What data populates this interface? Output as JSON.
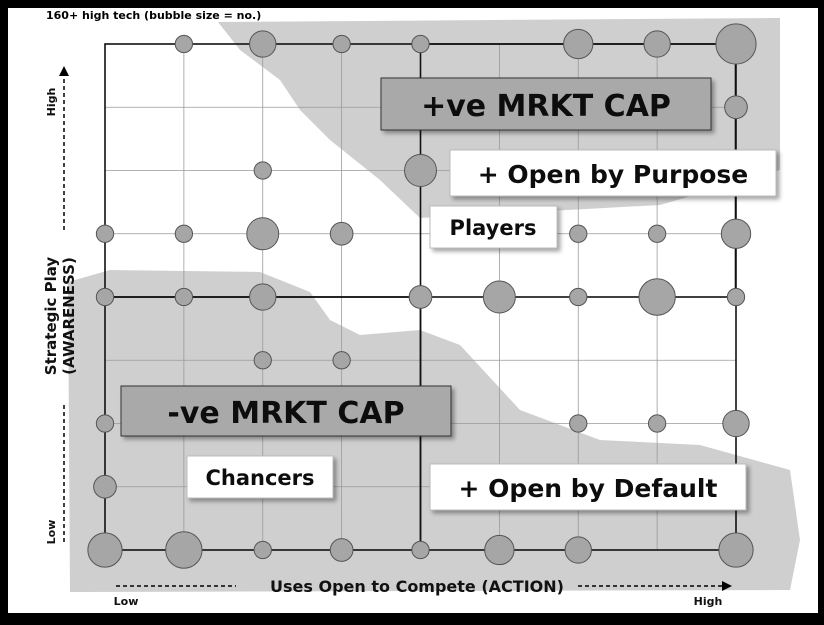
{
  "chart_data": {
    "type": "scatter",
    "title": "160+ high tech (bubble size = no.)",
    "xlabel": "Uses Open to Compete (ACTION)",
    "ylabel_lines": [
      "Strategic Play",
      "(AWARENESS)"
    ],
    "x_low": "Low",
    "x_high": "High",
    "y_low": "Low",
    "y_high": "High",
    "xlim": [
      0,
      8
    ],
    "ylim": [
      0,
      8
    ],
    "grid": true,
    "quadrant_split": {
      "x": 4,
      "y": 4
    },
    "annotations": [
      {
        "text": "+ve MRKT CAP",
        "style": "dark-box"
      },
      {
        "text": "+ Open by Purpose",
        "style": "light-box"
      },
      {
        "text": "Players",
        "style": "light-box"
      },
      {
        "text": "-ve MRKT CAP",
        "style": "dark-box"
      },
      {
        "text": "Chancers",
        "style": "light-box"
      },
      {
        "text": "+ Open by Default",
        "style": "light-box"
      }
    ],
    "points": [
      {
        "x": 1,
        "y": 8,
        "size": 1
      },
      {
        "x": 2,
        "y": 8,
        "size": 3
      },
      {
        "x": 3,
        "y": 8,
        "size": 1
      },
      {
        "x": 4,
        "y": 8,
        "size": 1
      },
      {
        "x": 6,
        "y": 8,
        "size": 4
      },
      {
        "x": 7,
        "y": 8,
        "size": 3
      },
      {
        "x": 8,
        "y": 8,
        "size": 9
      },
      {
        "x": 8,
        "y": 7,
        "size": 2
      },
      {
        "x": 4,
        "y": 6,
        "size": 5
      },
      {
        "x": 2,
        "y": 6,
        "size": 1
      },
      {
        "x": 0,
        "y": 5,
        "size": 1
      },
      {
        "x": 1,
        "y": 5,
        "size": 1
      },
      {
        "x": 2,
        "y": 5,
        "size": 5
      },
      {
        "x": 3,
        "y": 5,
        "size": 2
      },
      {
        "x": 6,
        "y": 5,
        "size": 1
      },
      {
        "x": 7,
        "y": 5,
        "size": 1
      },
      {
        "x": 8,
        "y": 5,
        "size": 4
      },
      {
        "x": 0,
        "y": 4,
        "size": 1
      },
      {
        "x": 1,
        "y": 4,
        "size": 1
      },
      {
        "x": 2,
        "y": 4,
        "size": 3
      },
      {
        "x": 4,
        "y": 4,
        "size": 2
      },
      {
        "x": 5,
        "y": 4,
        "size": 5
      },
      {
        "x": 6,
        "y": 4,
        "size": 1
      },
      {
        "x": 7,
        "y": 4,
        "size": 7
      },
      {
        "x": 8,
        "y": 4,
        "size": 1
      },
      {
        "x": 2,
        "y": 3,
        "size": 1
      },
      {
        "x": 3,
        "y": 3,
        "size": 1
      },
      {
        "x": 0,
        "y": 2,
        "size": 1
      },
      {
        "x": 6,
        "y": 2,
        "size": 1
      },
      {
        "x": 7,
        "y": 2,
        "size": 1
      },
      {
        "x": 8,
        "y": 2,
        "size": 3
      },
      {
        "x": 0,
        "y": 1,
        "size": 2
      },
      {
        "x": 0,
        "y": 0,
        "size": 6
      },
      {
        "x": 1,
        "y": 0,
        "size": 7
      },
      {
        "x": 2,
        "y": 0,
        "size": 1
      },
      {
        "x": 3,
        "y": 0,
        "size": 2
      },
      {
        "x": 4,
        "y": 0,
        "size": 1
      },
      {
        "x": 5,
        "y": 0,
        "size": 4
      },
      {
        "x": 6,
        "y": 0,
        "size": 3
      },
      {
        "x": 8,
        "y": 0,
        "size": 6
      }
    ]
  },
  "colors": {
    "background": "#000000",
    "plot_bg": "#ffffff",
    "region": "#cfcfcf",
    "bubble": "#a6a6a6",
    "bubble_stroke": "#555555",
    "dark_box": "#a9a9a9",
    "text": "#111111"
  }
}
